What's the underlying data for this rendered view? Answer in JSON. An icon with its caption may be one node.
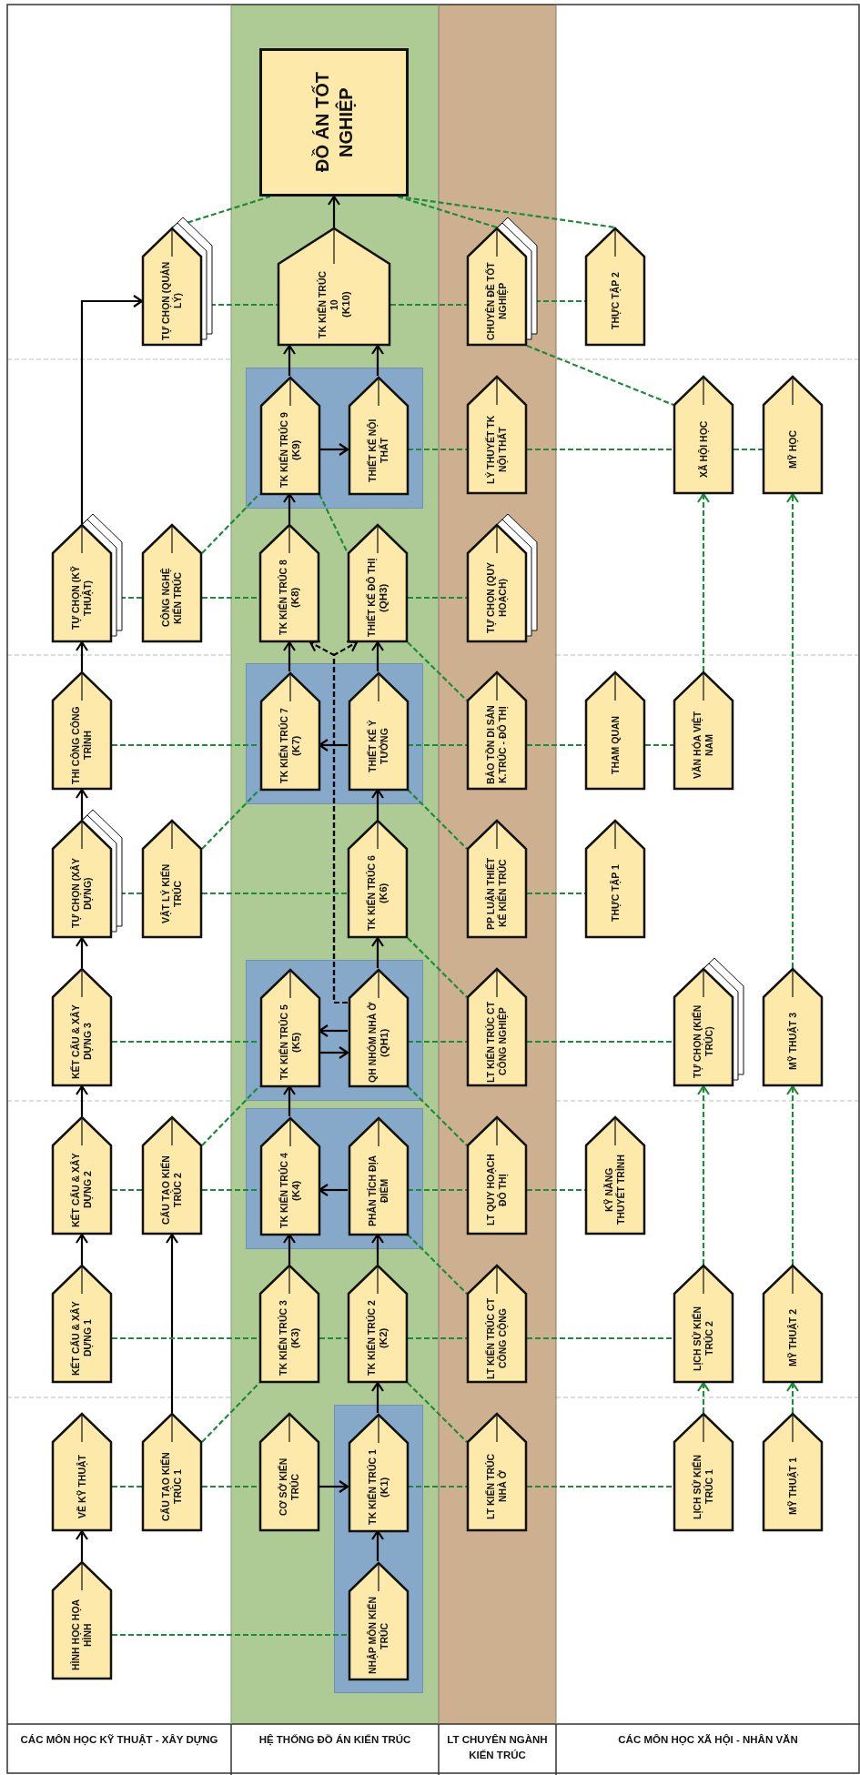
{
  "diagram": {
    "nodes": [
      {
        "text": [
          "ĐỒ ÁN TỐT NGHIỆP"
        ]
      },
      {
        "text": [
          "TỰ CHỌN (QUẢN LÝ)"
        ]
      },
      {
        "text": [
          "TK KIẾN TRÚC 10",
          "(K10)"
        ]
      },
      {
        "text": [
          "CHUYÊN ĐỀ TỐT NGHIỆP"
        ]
      },
      {
        "text": [
          "THỰC TẬP 2"
        ]
      },
      {
        "text": [],
        "shape": "box"
      },
      {
        "text": [
          "TK KIẾN TRÚC 9",
          "(K9)"
        ],
        "in": 5
      },
      {
        "text": [
          "THIẾT KẾ NỘI THẤT"
        ],
        "in": 5
      },
      {
        "text": [
          "LÝ THUYẾT TK NỘI THẤT"
        ]
      },
      {
        "text": [
          "XÃ HỘI HỌC"
        ]
      },
      {
        "text": [
          "MỸ HỌC"
        ]
      },
      {
        "text": [
          "TỰ CHỌN (KỸ THUẬT)"
        ]
      },
      {
        "text": [
          "CÔNG NGHỆ KIẾN TRÚC"
        ]
      },
      {
        "text": [
          "TK KIẾN TRÚC 8",
          "(K8)"
        ]
      },
      {
        "text": [
          "THIẾT KẾ ĐÔ THỊ",
          "(QH3)"
        ]
      },
      {
        "text": [
          "TỰ CHỌN (QUY HOẠCH)"
        ]
      },
      {
        "text": [
          "THI CÔNG CÔNG TRÌNH"
        ]
      },
      {
        "text": [],
        "shape": "box"
      },
      {
        "text": [
          "TK KIẾN TRÚC 7",
          "(K7)"
        ],
        "in": 17
      },
      {
        "text": [
          "THIẾT KẾ Ý TƯỞNG"
        ],
        "in": 17
      },
      {
        "text": [
          "BẢO TỒN DI SẢN K.TRÚC - ĐÔ THỊ"
        ]
      },
      {
        "text": [
          "THAM QUAN"
        ]
      },
      {
        "text": [
          "VĂN HÓA VIỆT NAM"
        ]
      },
      {
        "text": [
          "TỰ CHỌN (XÂY DỰNG)"
        ]
      },
      {
        "text": [
          "VẬT LÝ KIẾN TRÚC"
        ]
      },
      {
        "text": [
          "TK KIẾN TRÚC 6",
          "(K6)"
        ]
      },
      {
        "text": [
          "PP LUẬN THIẾT KẾ KIẾN TRÚC"
        ]
      },
      {
        "text": [
          "THỰC TẬP 1"
        ]
      },
      {
        "text": [
          "KẾT CẤU & XÂY DỰNG 3"
        ]
      },
      {
        "text": [],
        "shape": "box"
      },
      {
        "text": [
          "TK KIẾN TRÚC 5",
          "(K5)"
        ],
        "in": 29
      },
      {
        "text": [
          "QH NHÓM NHÀ Ở",
          "(QH1)"
        ],
        "in": 29
      },
      {
        "text": [
          "LT KIẾN TRÚC CT CÔNG NGHIỆP"
        ]
      },
      {
        "text": [
          "TỰ CHỌN (KIẾN TRÚC)"
        ]
      },
      {
        "text": [
          "MỸ THUẬT 3"
        ]
      },
      {
        "text": [
          "KẾT CẤU & XÂY DỰNG 2"
        ]
      },
      {
        "text": [
          "CẤU TẠO KIẾN TRÚC 2"
        ]
      },
      {
        "text": [],
        "shape": "box"
      },
      {
        "text": [
          "TK KIẾN TRÚC 4",
          "(K4)"
        ],
        "in": 37
      },
      {
        "text": [
          "PHÂN TÍCH ĐỊA ĐIỂM"
        ],
        "in": 37
      },
      {
        "text": [
          "LT QUY HOẠCH ĐÔ THỊ"
        ]
      },
      {
        "text": [
          "KỸ NĂNG THUYẾT TRÌNH"
        ]
      },
      {
        "text": [
          "KẾT CẤU & XÂY DỰNG 1"
        ]
      },
      {
        "text": [
          "TK KIẾN TRÚC 3",
          "(K3)"
        ]
      },
      {
        "text": [
          "TK KIẾN TRÚC 2",
          "(K2)"
        ]
      },
      {
        "text": [
          "LT KIẾN TRÚC CT CÔNG CỘNG"
        ]
      },
      {
        "text": [
          "LỊCH SỬ KIẾN TRÚC 2"
        ]
      },
      {
        "text": [
          "MỸ THUẬT 2"
        ]
      },
      {
        "text": [
          "VẼ KỸ THUẬT"
        ]
      },
      {
        "text": [
          "CẤU TẠO KIẾN TRÚC 1"
        ]
      },
      {
        "text": [
          "CƠ SỞ KIẾN TRÚC"
        ]
      },
      {
        "text": [],
        "shape": "box"
      },
      {
        "text": [
          "TK KIẾN TRÚC 1",
          "(K1)"
        ],
        "in": 51
      },
      {
        "text": [
          "LT KIẾN TRÚC NHÀ Ở"
        ]
      },
      {
        "text": [
          "LỊCH SỬ KIẾN TRÚC 1"
        ]
      },
      {
        "text": [
          "MỸ THUẬT 1"
        ]
      },
      {
        "text": [
          "HÌNH HỌC HỌA HÌNH"
        ]
      },
      {
        "text": [
          "NHẬP MÔN KIẾN TRÚC"
        ],
        "in": 51
      }
    ],
    "edges": [
      {
        "from": 2,
        "to": 0,
        "arrow": "to",
        "color": "#000000"
      },
      {
        "from": 6,
        "to": 2,
        "arrow": "to",
        "color": "#000000"
      },
      {
        "from": 7,
        "to": 2,
        "arrow": "to",
        "color": "#000000"
      },
      {
        "from": 6,
        "to": 7,
        "arrow": "to",
        "color": "#000000"
      },
      {
        "from": 13,
        "to": 6,
        "arrow": "to",
        "color": "#000000"
      },
      {
        "from": 11,
        "to": 1,
        "arrow": "to",
        "color": "#000000"
      },
      {
        "from": 16,
        "to": 11,
        "arrow": "to",
        "color": "#000000"
      },
      {
        "from": 23,
        "to": 16,
        "arrow": "to",
        "color": "#000000"
      },
      {
        "from": 28,
        "to": 23,
        "arrow": "to",
        "color": "#000000"
      },
      {
        "from": 35,
        "to": 28,
        "arrow": "to",
        "color": "#000000"
      },
      {
        "from": 42,
        "to": 35,
        "arrow": "to",
        "color": "#000000"
      },
      {
        "from": 56,
        "to": 48,
        "arrow": "to",
        "color": "#000000"
      },
      {
        "from": 49,
        "to": 36,
        "arrow": "to",
        "color": "#000000"
      },
      {
        "from": 50,
        "to": 52,
        "arrow": "to",
        "color": "#000000"
      },
      {
        "from": 57,
        "to": 52,
        "arrow": "to",
        "color": "#000000"
      },
      {
        "from": 52,
        "to": 44,
        "arrow": "to",
        "color": "#000000"
      },
      {
        "from": 43,
        "to": 38,
        "arrow": "to",
        "color": "#000000"
      },
      {
        "from": 44,
        "to": 39,
        "arrow": "to",
        "color": "#000000"
      },
      {
        "from": 39,
        "to": 38,
        "arrow": "to",
        "color": "#000000"
      },
      {
        "from": 38,
        "to": 30,
        "arrow": "to",
        "color": "#000000"
      },
      {
        "from": 31,
        "to": 30,
        "arrow": "to",
        "color": "#000000"
      },
      {
        "from": 30,
        "to": 31,
        "arrow": "to",
        "color": "#000000"
      },
      {
        "from": 31,
        "to": 25,
        "arrow": "to",
        "color": "#000000"
      },
      {
        "from": 25,
        "to": 19,
        "arrow": "to",
        "color": "#000000"
      },
      {
        "from": 19,
        "to": 18,
        "arrow": "to",
        "color": "#000000"
      },
      {
        "from": 18,
        "to": 13,
        "arrow": "to",
        "color": "#000000"
      },
      {
        "from": 19,
        "to": 14,
        "arrow": "to",
        "color": "#000000"
      },
      {
        "from": 31,
        "to": 13,
        "arrow": "to",
        "style": "dashed",
        "color": "#000000"
      },
      {
        "from": 31,
        "to": 14,
        "arrow": "to",
        "style": "dashed",
        "color": "#000000"
      },
      {
        "from": 1,
        "to": 0,
        "arrow": "none",
        "style": "dashed"
      },
      {
        "from": 0,
        "to": 4,
        "arrow": "none",
        "style": "dashed"
      },
      {
        "from": 0,
        "to": 3,
        "arrow": "none",
        "style": "dashed"
      },
      {
        "from": 1,
        "to": 2,
        "arrow": "none",
        "style": "dashed"
      },
      {
        "from": 2,
        "to": 3,
        "arrow": "none",
        "style": "dashed"
      },
      {
        "from": 3,
        "to": 4,
        "arrow": "none",
        "style": "dashed"
      },
      {
        "from": 3,
        "to": 9,
        "arrow": "none",
        "style": "dashed"
      },
      {
        "from": 7,
        "to": 8,
        "arrow": "none",
        "style": "dashed"
      },
      {
        "from": 8,
        "to": 9,
        "arrow": "none",
        "style": "dashed"
      },
      {
        "from": 9,
        "to": 10,
        "arrow": "none",
        "style": "dashed"
      },
      {
        "from": 12,
        "to": 6,
        "arrow": "none",
        "style": "dashed"
      },
      {
        "from": 6,
        "to": 14,
        "arrow": "none",
        "style": "dashed"
      },
      {
        "from": 11,
        "to": 12,
        "arrow": "none",
        "style": "dashed"
      },
      {
        "from": 12,
        "to": 13,
        "arrow": "none",
        "style": "dashed"
      },
      {
        "from": 14,
        "to": 15,
        "arrow": "none",
        "style": "dashed"
      },
      {
        "from": 14,
        "to": 20,
        "arrow": "none",
        "style": "dashed"
      },
      {
        "from": 16,
        "to": 18,
        "arrow": "none",
        "style": "dashed"
      },
      {
        "from": 19,
        "to": 20,
        "arrow": "none",
        "style": "dashed"
      },
      {
        "from": 20,
        "to": 21,
        "arrow": "none",
        "style": "dashed"
      },
      {
        "from": 21,
        "to": 22,
        "arrow": "none",
        "style": "dashed"
      },
      {
        "from": 22,
        "to": 9,
        "arrow": "to",
        "style": "dashed"
      },
      {
        "from": 34,
        "to": 10,
        "arrow": "to",
        "style": "dashed"
      },
      {
        "from": 24,
        "to": 18,
        "arrow": "none",
        "style": "dashed"
      },
      {
        "from": 23,
        "to": 24,
        "arrow": "none",
        "style": "dashed"
      },
      {
        "from": 24,
        "to": 25,
        "arrow": "none",
        "style": "dashed"
      },
      {
        "from": 19,
        "to": 26,
        "arrow": "none",
        "style": "dashed"
      },
      {
        "from": 26,
        "to": 27,
        "arrow": "none",
        "style": "dashed"
      },
      {
        "from": 25,
        "to": 32,
        "arrow": "none",
        "style": "dashed"
      },
      {
        "from": 28,
        "to": 30,
        "arrow": "none",
        "style": "dashed"
      },
      {
        "from": 31,
        "to": 32,
        "arrow": "none",
        "style": "dashed"
      },
      {
        "from": 32,
        "to": 33,
        "arrow": "none",
        "style": "dashed"
      },
      {
        "from": 36,
        "to": 30,
        "arrow": "none",
        "style": "dashed"
      },
      {
        "from": 31,
        "to": 40,
        "arrow": "none",
        "style": "dashed"
      },
      {
        "from": 35,
        "to": 36,
        "arrow": "none",
        "style": "dashed"
      },
      {
        "from": 36,
        "to": 38,
        "arrow": "none",
        "style": "dashed"
      },
      {
        "from": 39,
        "to": 40,
        "arrow": "none",
        "style": "dashed"
      },
      {
        "from": 40,
        "to": 41,
        "arrow": "none",
        "style": "dashed"
      },
      {
        "from": 46,
        "to": 33,
        "arrow": "to",
        "style": "dashed"
      },
      {
        "from": 47,
        "to": 34,
        "arrow": "to",
        "style": "dashed"
      },
      {
        "from": 39,
        "to": 45,
        "arrow": "none",
        "style": "dashed"
      },
      {
        "from": 42,
        "to": 43,
        "arrow": "none",
        "style": "dashed"
      },
      {
        "from": 43,
        "to": 44,
        "arrow": "none",
        "style": "dashed"
      },
      {
        "from": 44,
        "to": 45,
        "arrow": "none",
        "style": "dashed"
      },
      {
        "from": 45,
        "to": 46,
        "arrow": "none",
        "style": "dashed"
      },
      {
        "from": 49,
        "to": 43,
        "arrow": "none",
        "style": "dashed"
      },
      {
        "from": 44,
        "to": 53,
        "arrow": "none",
        "style": "dashed"
      },
      {
        "from": 48,
        "to": 49,
        "arrow": "none",
        "style": "dashed"
      },
      {
        "from": 49,
        "to": 50,
        "arrow": "none",
        "style": "dashed"
      },
      {
        "from": 52,
        "to": 53,
        "arrow": "none",
        "style": "dashed"
      },
      {
        "from": 53,
        "to": 54,
        "arrow": "none",
        "style": "dashed"
      },
      {
        "from": 54,
        "to": 46,
        "arrow": "to",
        "style": "dashed"
      },
      {
        "from": 55,
        "to": 47,
        "arrow": "to",
        "style": "dashed"
      },
      {
        "from": 56,
        "to": 57,
        "arrow": "none",
        "style": "dashed"
      }
    ],
    "labels": [
      "CÁC MÔN HỌC KỸ THUẬT - XÂY DỰNG",
      "HỆ THỐNG ĐỒ ÁN KIẾN TRÚC",
      "LT CHUYÊN NGÀNH KIẾN TRÚC",
      "CÁC MÔN HỌC XÃ HỘI - NHÂN VĂN"
    ]
  }
}
